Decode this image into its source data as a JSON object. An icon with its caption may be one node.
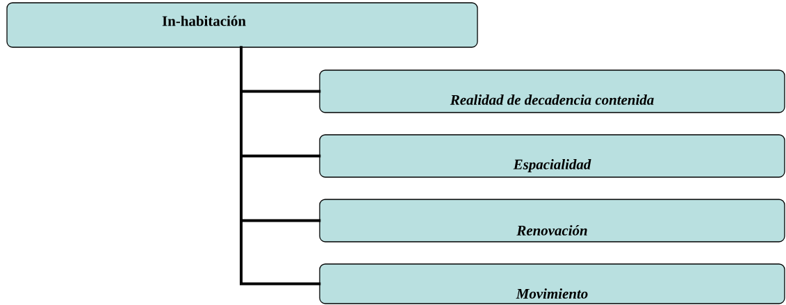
{
  "diagram": {
    "nodes": [
      {
        "text": [
          "In-habitación"
        ]
      },
      {
        "text": [
          "Realidad de decadencia contenida"
        ]
      },
      {
        "text": [
          "Espacialidad"
        ]
      },
      {
        "text": [
          "Renovación"
        ]
      },
      {
        "text": [
          "Movimiento"
        ]
      }
    ],
    "edges": [
      {
        "from": 0,
        "to": 1,
        "arrow": "none"
      },
      {
        "from": 0,
        "to": 2,
        "arrow": "none"
      },
      {
        "from": 0,
        "to": 3,
        "arrow": "none"
      },
      {
        "from": 0,
        "to": 4,
        "arrow": "none"
      }
    ]
  }
}
